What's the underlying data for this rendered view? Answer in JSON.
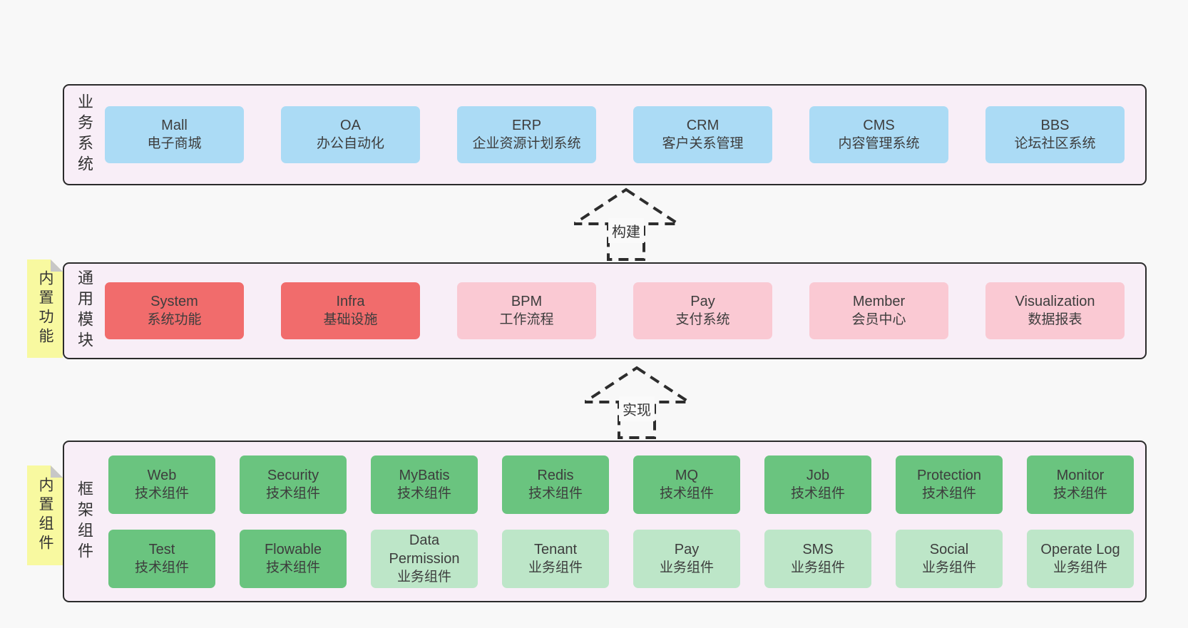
{
  "colors": {
    "page_background": "#f8f8f8",
    "section_background": "#f8eef7",
    "section_border": "#2b2b2b",
    "box_blue": "#abdbf5",
    "box_red": "#f16c6c",
    "box_pink": "#fac9d3",
    "box_green": "#6ac47f",
    "box_light_green": "#bde6c8",
    "sticky_yellow": "#f8f9a0",
    "sticky_fold": "#c7c7c7",
    "text": "#3d3d3d"
  },
  "arrows": [
    {
      "label": "构建"
    },
    {
      "label": "实现"
    }
  ],
  "sections": [
    {
      "side_label": "业务系统",
      "boxes": [
        {
          "name": "Mall",
          "desc": "电子商城",
          "variant": "blue"
        },
        {
          "name": "OA",
          "desc": "办公自动化",
          "variant": "blue"
        },
        {
          "name": "ERP",
          "desc": "企业资源计划系统",
          "variant": "blue"
        },
        {
          "name": "CRM",
          "desc": "客户关系管理",
          "variant": "blue"
        },
        {
          "name": "CMS",
          "desc": "内容管理系统",
          "variant": "blue"
        },
        {
          "name": "BBS",
          "desc": "论坛社区系统",
          "variant": "blue"
        }
      ]
    },
    {
      "side_label": "通用模块",
      "sticky": "内置功能",
      "boxes": [
        {
          "name": "System",
          "desc": "系统功能",
          "variant": "red"
        },
        {
          "name": "Infra",
          "desc": "基础设施",
          "variant": "red"
        },
        {
          "name": "BPM",
          "desc": "工作流程",
          "variant": "pink"
        },
        {
          "name": "Pay",
          "desc": "支付系统",
          "variant": "pink"
        },
        {
          "name": "Member",
          "desc": "会员中心",
          "variant": "pink"
        },
        {
          "name": "Visualization",
          "desc": "数据报表",
          "variant": "pink"
        }
      ]
    },
    {
      "side_label": "框架组件",
      "sticky": "内置组件",
      "rows": [
        [
          {
            "name": "Web",
            "desc": "技术组件",
            "variant": "green"
          },
          {
            "name": "Security",
            "desc": "技术组件",
            "variant": "green"
          },
          {
            "name": "MyBatis",
            "desc": "技术组件",
            "variant": "green"
          },
          {
            "name": "Redis",
            "desc": "技术组件",
            "variant": "green"
          },
          {
            "name": "MQ",
            "desc": "技术组件",
            "variant": "green"
          },
          {
            "name": "Job",
            "desc": "技术组件",
            "variant": "green"
          },
          {
            "name": "Protection",
            "desc": "技术组件",
            "variant": "green"
          },
          {
            "name": "Monitor",
            "desc": "技术组件",
            "variant": "green"
          }
        ],
        [
          {
            "name": "Test",
            "desc": "技术组件",
            "variant": "green"
          },
          {
            "name": "Flowable",
            "desc": "技术组件",
            "variant": "green"
          },
          {
            "name": "Data Permission",
            "desc": "业务组件",
            "variant": "light-green"
          },
          {
            "name": "Tenant",
            "desc": "业务组件",
            "variant": "light-green"
          },
          {
            "name": "Pay",
            "desc": "业务组件",
            "variant": "light-green"
          },
          {
            "name": "SMS",
            "desc": "业务组件",
            "variant": "light-green"
          },
          {
            "name": "Social",
            "desc": "业务组件",
            "variant": "light-green"
          },
          {
            "name": "Operate Log",
            "desc": "业务组件",
            "variant": "light-green"
          }
        ]
      ]
    }
  ]
}
